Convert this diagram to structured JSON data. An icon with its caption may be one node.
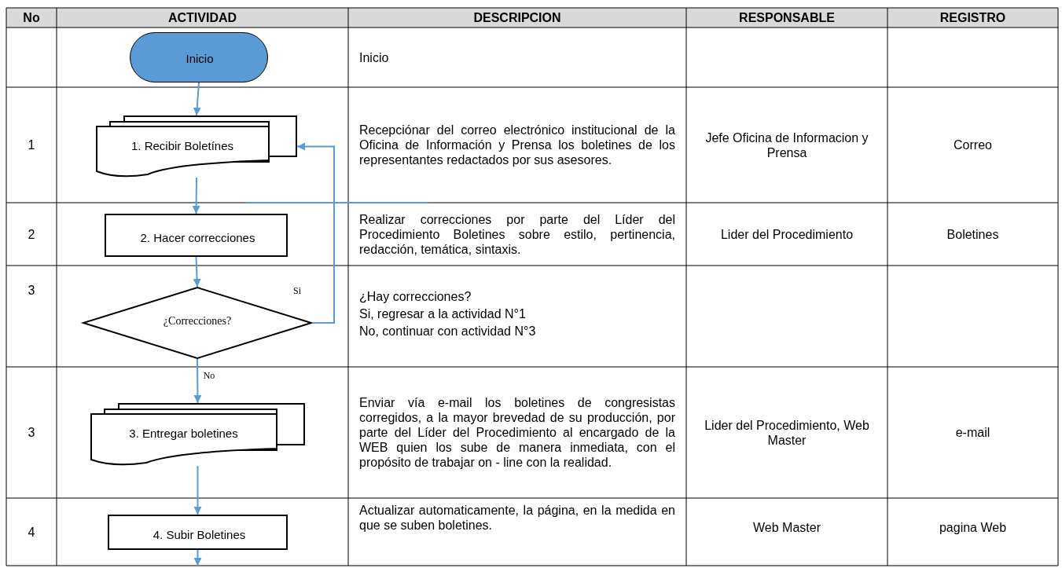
{
  "diagram": {
    "nodes": [
      {
        "text": [
          "Inicio"
        ]
      },
      {
        "text": [
          "1. Recibir Boletínes"
        ]
      },
      {
        "text": [
          "2. Hacer correcciones"
        ]
      },
      {
        "text": [
          "¿Correcciones?"
        ]
      },
      {
        "text": [
          "3. Entregar boletines"
        ]
      },
      {
        "text": [
          "4. Subir Boletines"
        ]
      }
    ],
    "edges": [
      {
        "from": 0,
        "to": 1,
        "arrow": "to"
      },
      {
        "from": 1,
        "to": 2,
        "arrow": "to"
      },
      {
        "from": 2,
        "to": 3,
        "arrow": "to"
      },
      {
        "from": 3,
        "to": 1,
        "arrow": "to",
        "label": "Si"
      },
      {
        "from": 3,
        "to": 4,
        "arrow": "to",
        "label": "No"
      },
      {
        "from": 4,
        "to": 5,
        "arrow": "to"
      },
      {
        "from": 5,
        "to": null,
        "arrow": "to"
      }
    ],
    "labels": [
      "No",
      "ACTIVIDAD",
      "DESCRIPCION",
      "RESPONSABLE",
      "REGISTRO",
      "Inicio",
      "1",
      "Recepciónar del correo electrónico institucional de la Oficina de Información y Prensa los boletines de los representantes redactados por sus asesores.",
      "Jefe Oficina de Informacion y Prensa",
      "Correo",
      "2",
      "Realizar correcciones por parte del Líder del Procedimiento Boletines sobre estilo, pertinencia, redacción, temática, sintaxis.",
      "Lider del Procedimiento",
      "Boletines",
      "3",
      "¿Hay correcciones?",
      "Si, regresar a la actividad N°1",
      "No, continuar con actividad N°3",
      "3",
      "Enviar vía e-mail los boletines de congresistas corregidos, a la mayor brevedad de su producción, por parte del Líder del Procedimiento al encargado de la WEB quien los sube de manera inmediata, con el propósito de trabajar on - line con la realidad.",
      "Lider del Procedimiento, Web Master",
      "e-mail",
      "4",
      "Actualizar automaticamente, la página, en la medida en que se suben boletines.",
      "Web Master",
      "pagina Web"
    ]
  }
}
